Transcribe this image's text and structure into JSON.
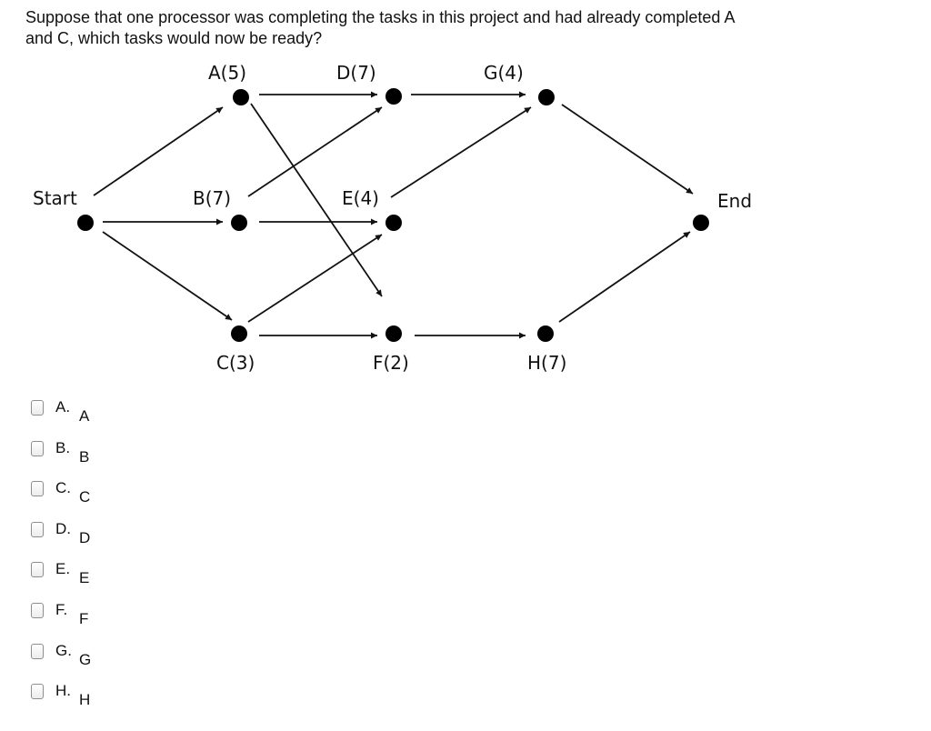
{
  "question": {
    "text": "Suppose that one processor was completing the tasks in this project and had already completed A and C, which tasks would now be ready?"
  },
  "diagram": {
    "nodes": {
      "A": "A(5)",
      "D": "D(7)",
      "G": "G(4)",
      "Start": "Start",
      "B": "B(7)",
      "E": "E(4)",
      "End": "End",
      "C": "C(3)",
      "F": "F(2)",
      "H": "H(7)"
    }
  },
  "options": [
    {
      "letter": "A.",
      "text": "A"
    },
    {
      "letter": "B.",
      "text": "B"
    },
    {
      "letter": "C.",
      "text": "C"
    },
    {
      "letter": "D.",
      "text": "D"
    },
    {
      "letter": "E.",
      "text": "E"
    },
    {
      "letter": "F.",
      "text": "F"
    },
    {
      "letter": "G.",
      "text": "G"
    },
    {
      "letter": "H.",
      "text": "H"
    }
  ]
}
